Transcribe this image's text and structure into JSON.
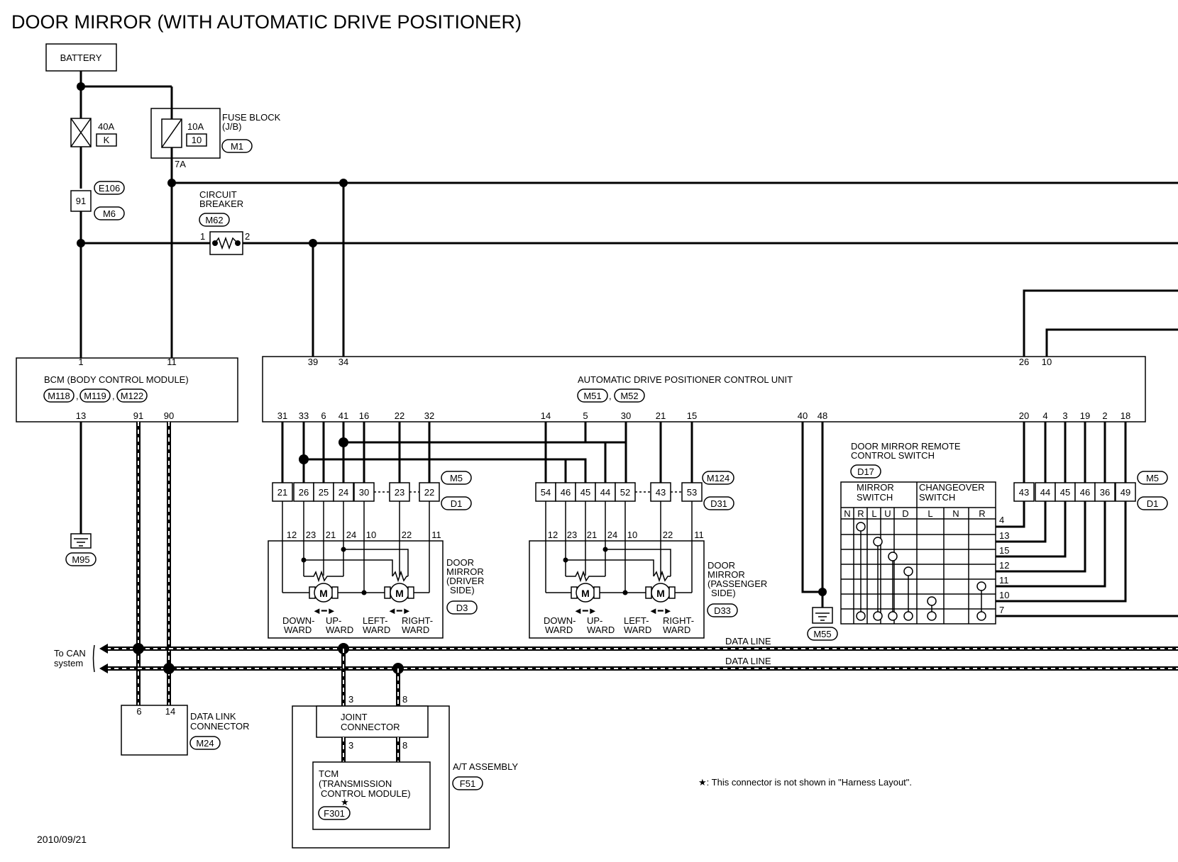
{
  "title": "DOOR MIRROR (WITH AUTOMATIC DRIVE POSITIONER)",
  "date": "2010/09/21",
  "footnote": "★: This connector is not shown in \"Harness Layout\".",
  "battery": "BATTERY",
  "fuse40": {
    "amp": "40A",
    "code": "K"
  },
  "fuse10": {
    "amp": "10A",
    "code": "10",
    "block_label_1": "FUSE BLOCK",
    "block_label_2": "(J/B)",
    "conn": "M1",
    "out_pin": "7A"
  },
  "splice": {
    "pin": "91",
    "conn_a": "E106",
    "conn_b": "M6"
  },
  "breaker": {
    "label_1": "CIRCUIT",
    "label_2": "BREAKER",
    "conn": "M62",
    "pin_in": "1",
    "pin_out": "2"
  },
  "bcm": {
    "label": "BCM (BODY CONTROL MODULE)",
    "conn_1": "M118",
    "conn_2": "M119",
    "conn_3": "M122",
    "pins_top": [
      "1",
      "11"
    ],
    "pins_bottom": [
      "13",
      "91",
      "90"
    ],
    "ground": "M95"
  },
  "adp": {
    "label": "AUTOMATIC DRIVE POSITIONER CONTROL UNIT",
    "conn_1": "M51",
    "conn_2": "M52",
    "pins_top_left": [
      "39",
      "34"
    ],
    "pins_top_right": [
      "26",
      "10"
    ],
    "pins_bottom_left": [
      "31",
      "33",
      "6",
      "41",
      "16",
      "22",
      "32"
    ],
    "pins_bottom_mid": [
      "14",
      "5",
      "30",
      "21",
      "15"
    ],
    "pins_bottom_gnd": [
      "40",
      "48"
    ],
    "pins_bottom_right": [
      "20",
      "4",
      "3",
      "19",
      "2",
      "18"
    ],
    "ground": "M55"
  },
  "driver_conn": {
    "m": "M5",
    "d": "D1",
    "pins": [
      "21",
      "26",
      "25",
      "24",
      "30",
      "23",
      "22"
    ]
  },
  "pass_conn": {
    "m": "M124",
    "d": "D31",
    "pins": [
      "54",
      "46",
      "45",
      "44",
      "52",
      "43",
      "53"
    ]
  },
  "right_conn": {
    "m": "M5",
    "d": "D1",
    "pins": [
      "43",
      "44",
      "45",
      "46",
      "36",
      "49"
    ]
  },
  "mirror_driver": {
    "label_1": "DOOR",
    "label_2": "MIRROR",
    "label_3": "(DRIVER",
    "label_4": "SIDE)",
    "conn": "D3",
    "pins": [
      "12",
      "23",
      "21",
      "24",
      "10",
      "22",
      "11"
    ],
    "labels": [
      "DOWN-",
      "WARD",
      "UP-",
      "WARD",
      "LEFT-",
      "WARD",
      "RIGHT-",
      "WARD"
    ]
  },
  "mirror_pass": {
    "label_1": "DOOR",
    "label_2": "MIRROR",
    "label_3": "(PASSENGER",
    "label_4": "SIDE)",
    "conn": "D33",
    "pins": [
      "12",
      "23",
      "21",
      "24",
      "10",
      "22",
      "11"
    ],
    "labels": [
      "DOWN-",
      "WARD",
      "UP-",
      "WARD",
      "LEFT-",
      "WARD",
      "RIGHT-",
      "WARD"
    ]
  },
  "remote": {
    "label_1": "DOOR MIRROR REMOTE",
    "label_2": "CONTROL SWITCH",
    "conn": "D17",
    "mirror_sw_1": "MIRROR",
    "mirror_sw_2": "SWITCH",
    "change_sw_1": "CHANGEOVER",
    "change_sw_2": "SWITCH",
    "cols": [
      "N",
      "R",
      "L",
      "U",
      "D",
      "L",
      "N",
      "R"
    ],
    "rows": [
      "4",
      "13",
      "15",
      "12",
      "11",
      "10",
      "7"
    ]
  },
  "can": {
    "line_1": "DATA LINE",
    "line_2": "DATA LINE",
    "to_1": "To CAN",
    "to_2": "system"
  },
  "dlc": {
    "label_1": "DATA LINK",
    "label_2": "CONNECTOR",
    "conn": "M24",
    "pins": [
      "6",
      "14"
    ]
  },
  "at": {
    "label": "A/T ASSEMBLY",
    "conn": "F51",
    "joint_1": "JOINT",
    "joint_2": "CONNECTOR",
    "tcm_1": "TCM",
    "tcm_2": "(TRANSMISSION",
    "tcm_3": "CONTROL MODULE)",
    "star": "★",
    "tcm_conn": "F301",
    "pins_top": [
      "3",
      "8"
    ],
    "pins_inner": [
      "3",
      "8"
    ]
  }
}
